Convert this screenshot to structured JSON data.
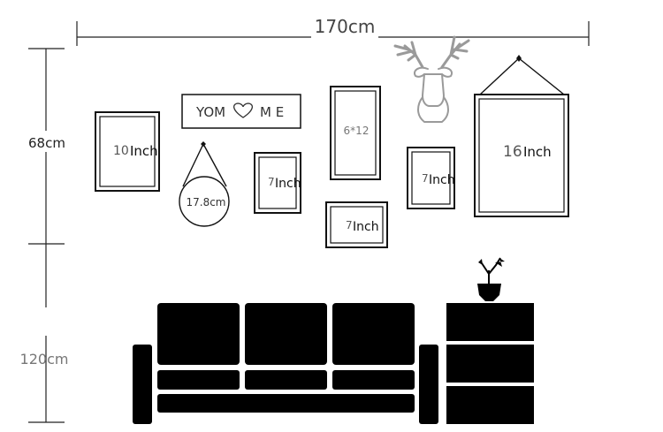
{
  "dimensions": {
    "width_label": "170cm",
    "upper_height_label": "68cm",
    "lower_height_label": "120cm"
  },
  "frames": {
    "frame_10": {
      "num": "10",
      "unit": "Inch"
    },
    "sign_text_left": "YOM",
    "sign_text_right": "M E",
    "round_mirror": "17.8cm",
    "frame_7a": {
      "num": "7",
      "unit": "Inch"
    },
    "frame_6x12": "6*12",
    "frame_7b": {
      "num": "7",
      "unit": "Inch"
    },
    "frame_7c": {
      "num": "7",
      "unit": "Inch"
    },
    "frame_16": {
      "num": "16",
      "unit": "Inch"
    }
  },
  "icons": [
    "heart-icon",
    "deer-head-icon",
    "potted-plant-icon",
    "sofa-icon",
    "side-cabinet-icon"
  ],
  "colors": {
    "ink": "#000000",
    "label": "#333333",
    "muted": "#777777"
  }
}
